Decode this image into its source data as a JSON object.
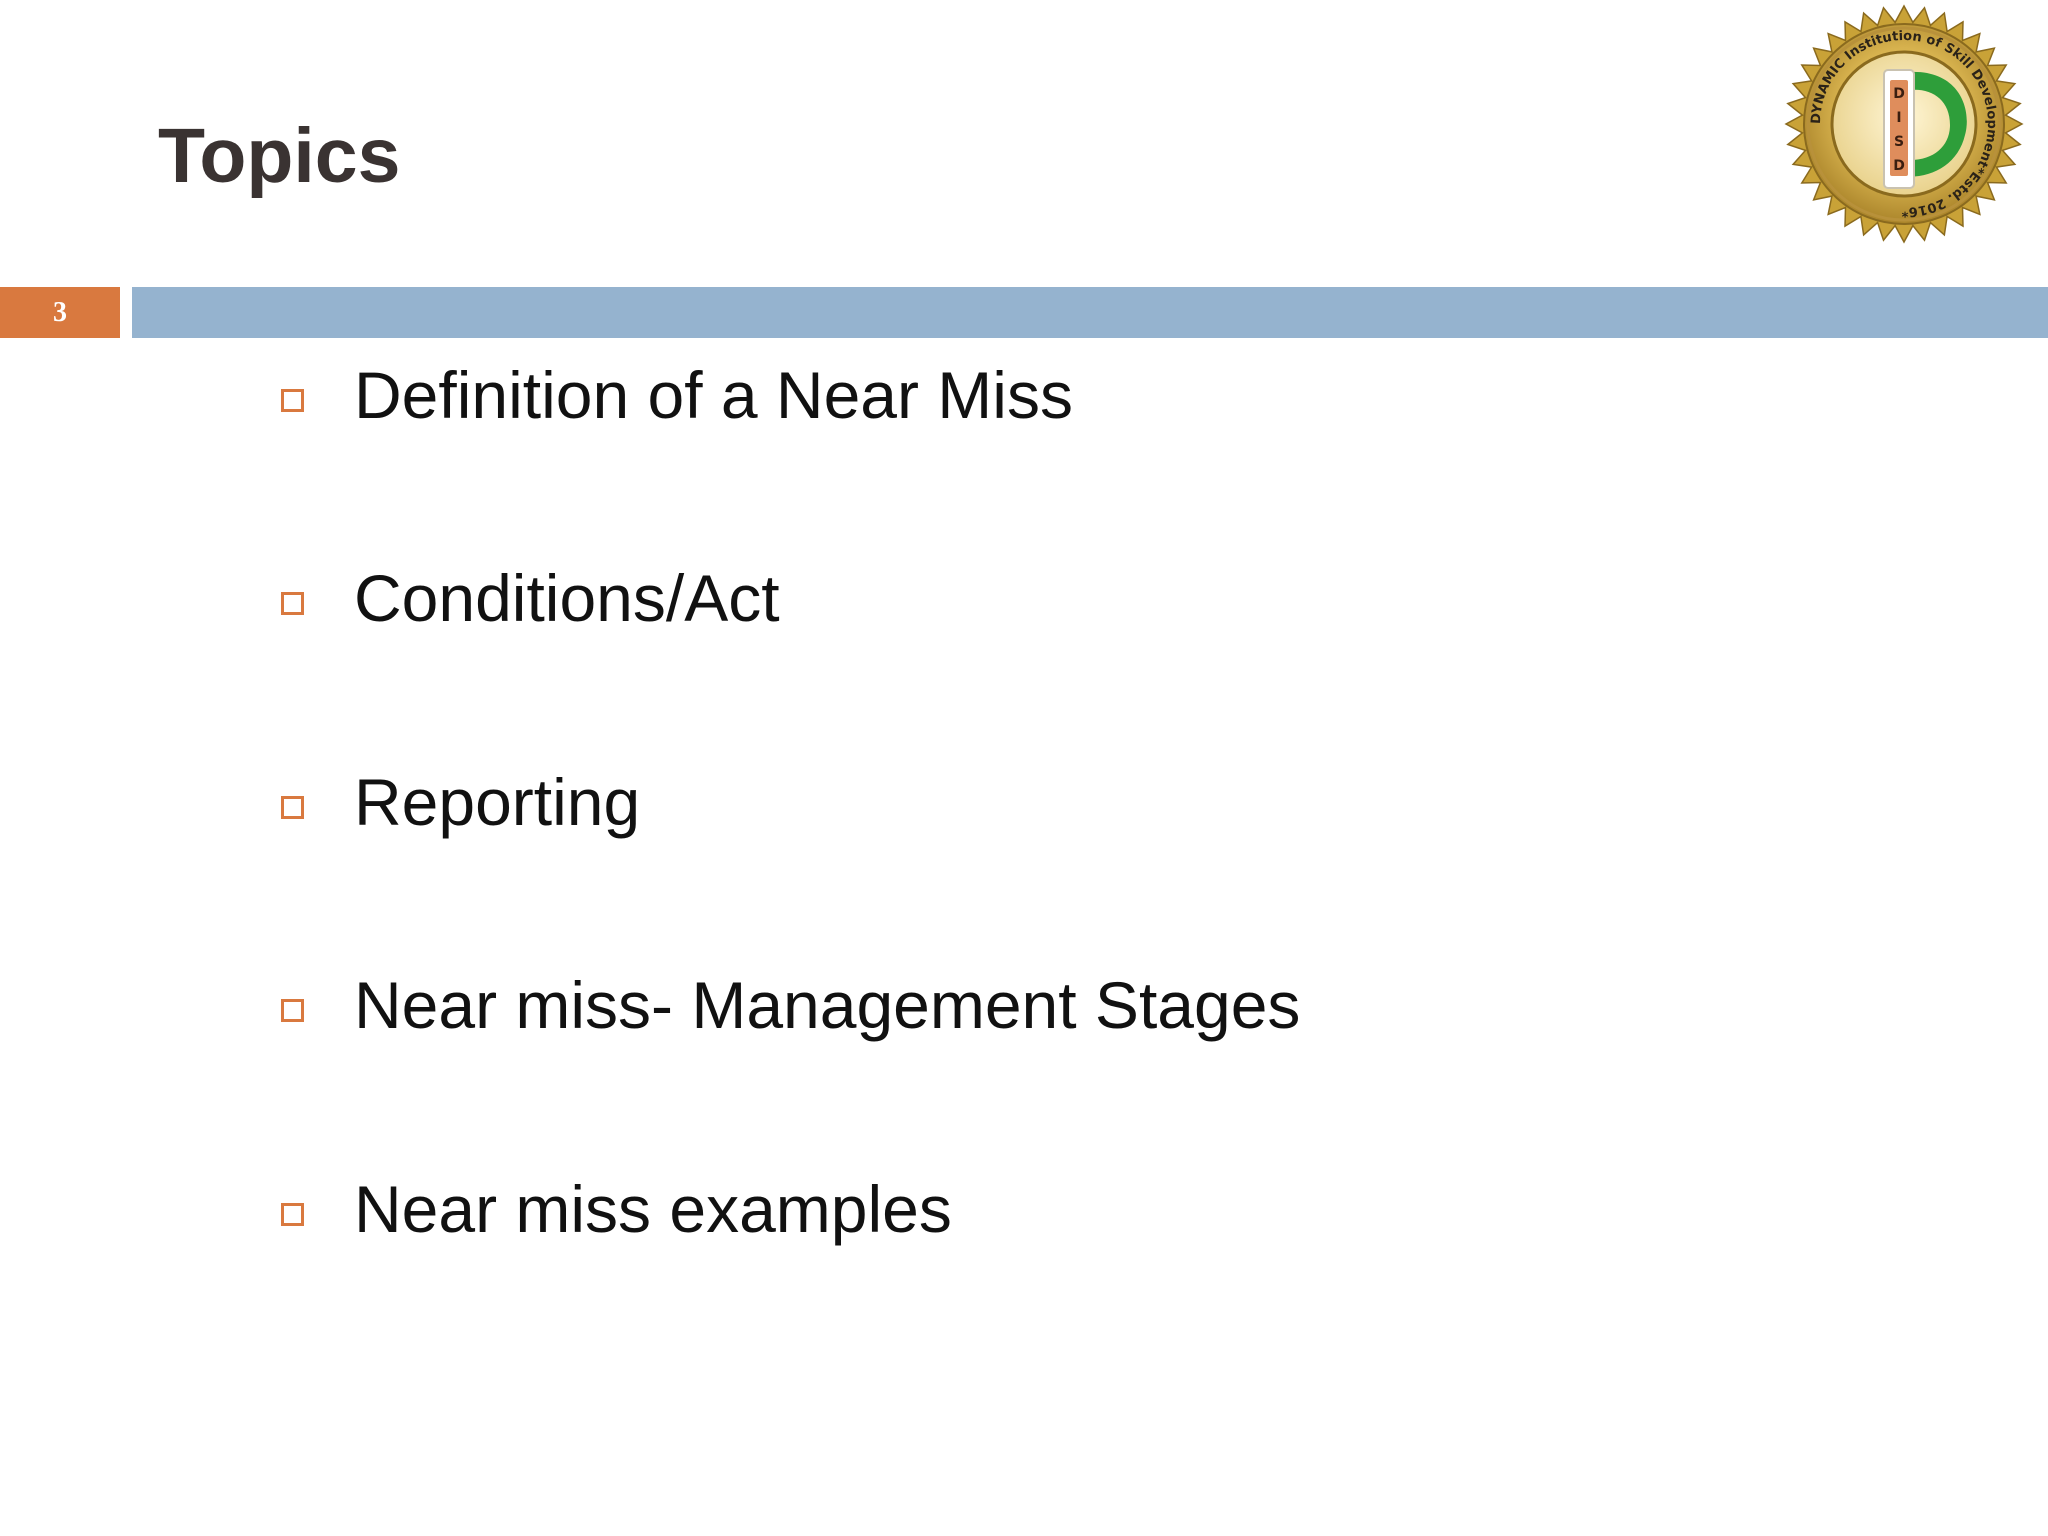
{
  "slide": {
    "title": "Topics",
    "number": "3",
    "bullets": [
      "Definition of a Near Miss",
      "Conditions/Act",
      "Reporting",
      "Near miss- Management Stages",
      "Near miss examples"
    ]
  },
  "logo": {
    "ring_text": "DYNAMIC Institution of Skill Development*Estd. 2016*",
    "monogram": [
      "D",
      "I",
      "S",
      "D"
    ]
  },
  "colors": {
    "accent_orange": "#d9793f",
    "bar_blue": "#95b3cf",
    "title": "#3a3332",
    "seal_gold": "#c9a237",
    "seal_green": "#2e9e3a"
  }
}
